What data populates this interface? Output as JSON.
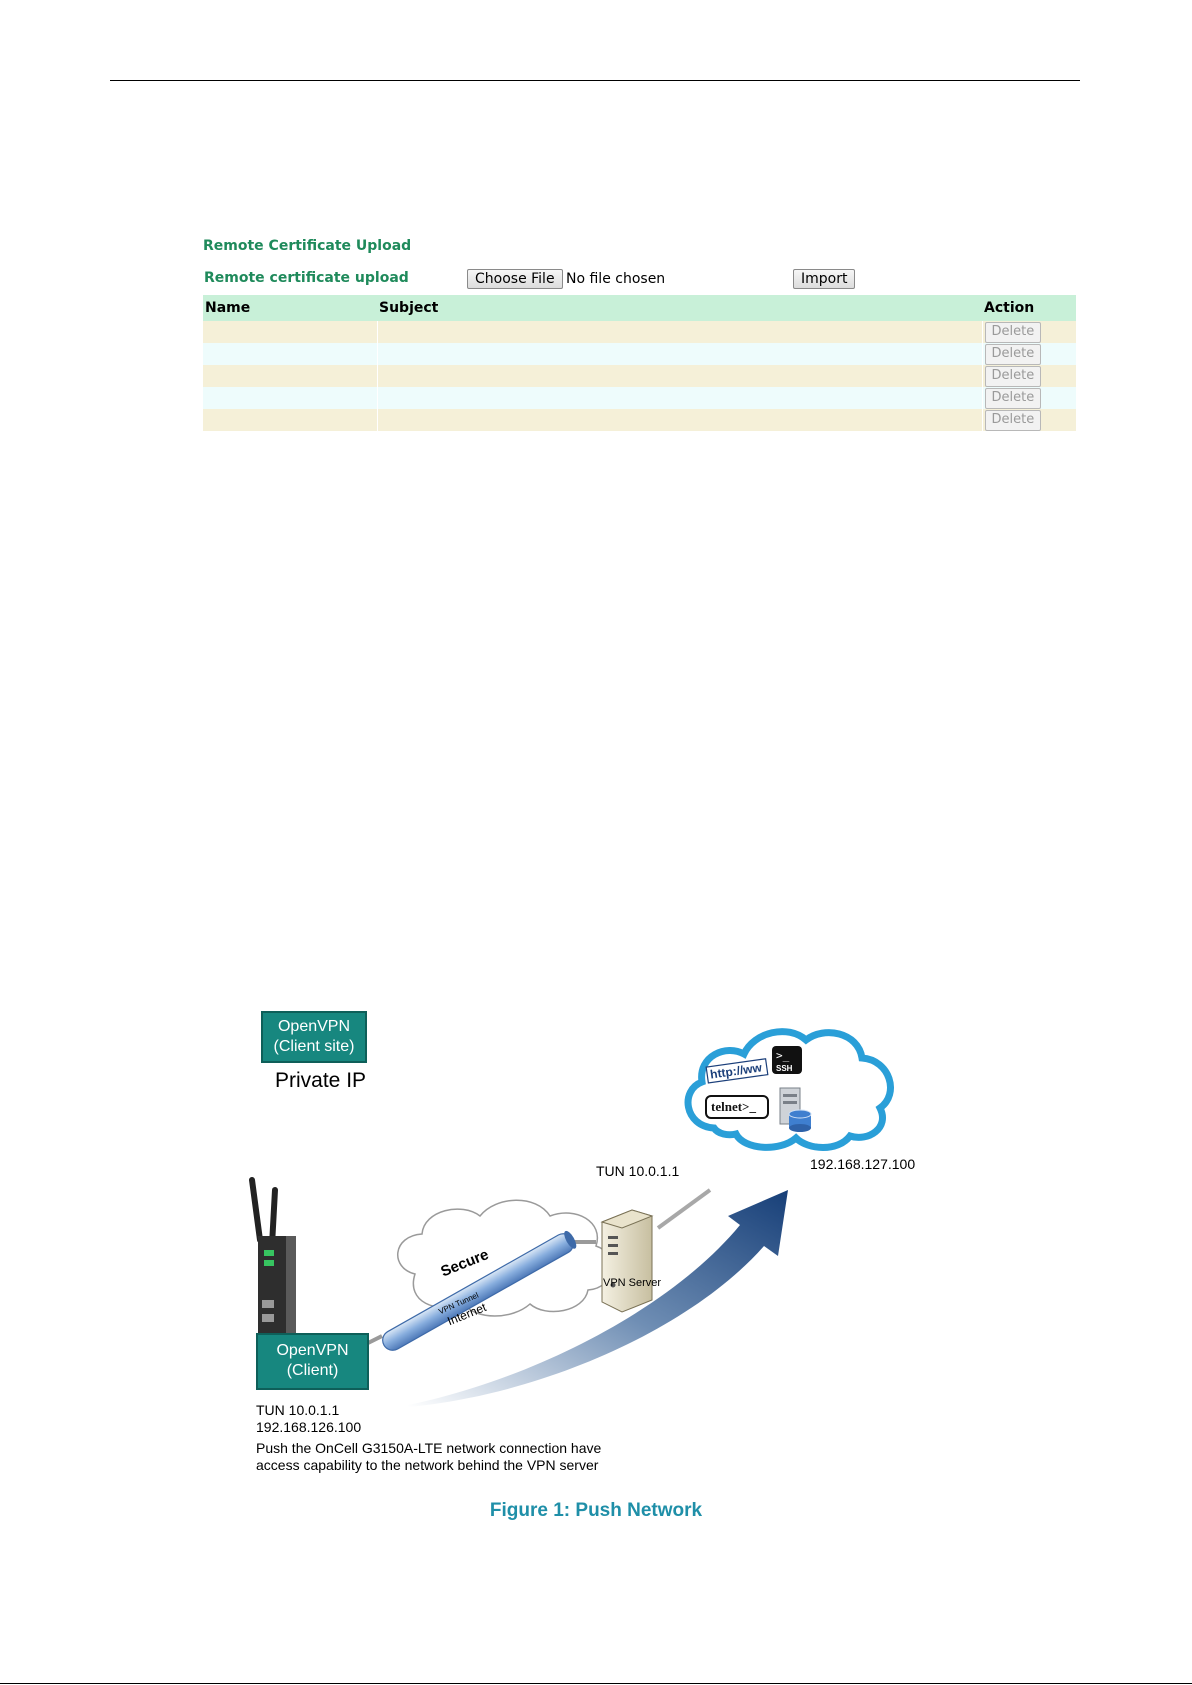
{
  "certificate": {
    "section_title": "Remote Certificate Upload",
    "upload_label": "Remote certificate upload",
    "choose_file_label": "Choose File",
    "file_status": "No file chosen",
    "import_label": "Import",
    "columns": {
      "name": "Name",
      "subject": "Subject",
      "action": "Action"
    },
    "rows": [
      {
        "name": "",
        "subject": "",
        "action": "Delete"
      },
      {
        "name": "",
        "subject": "",
        "action": "Delete"
      },
      {
        "name": "",
        "subject": "",
        "action": "Delete"
      },
      {
        "name": "",
        "subject": "",
        "action": "Delete"
      },
      {
        "name": "",
        "subject": "",
        "action": "Delete"
      }
    ]
  },
  "figure": {
    "client_site_box": "OpenVPN\n(Client site)",
    "private_ip": "Private  IP",
    "client_box": "OpenVPN\n(Client)",
    "client_tun": "TUN  10.0.1.1",
    "client_ip": "192.168.126.100",
    "push_note_line1": "Push the OnCell  G3150A-LTE  network connection have",
    "push_note_line2": "access capability to the network  behind the VPN  server",
    "server_tun": "TUN  10.0.1.1",
    "server_label": "VPN Server",
    "cloud_ip": "192.168.127.100",
    "tunnel_secure": "Secure",
    "tunnel_label": "VPN Tunnel",
    "tunnel_internet": "Internet",
    "icon_http": "http://ww",
    "icon_ssh": "SSH",
    "icon_telnet": "telnet>_",
    "caption": "Figure 1: Push Network"
  },
  "colors": {
    "section_green": "#1f8a5b",
    "header_bg": "#c8f0d8",
    "row_odd": "#f5f0d8",
    "row_even": "#eefcfc",
    "box_teal": "#17877f",
    "caption_blue": "#1f8fa8"
  }
}
